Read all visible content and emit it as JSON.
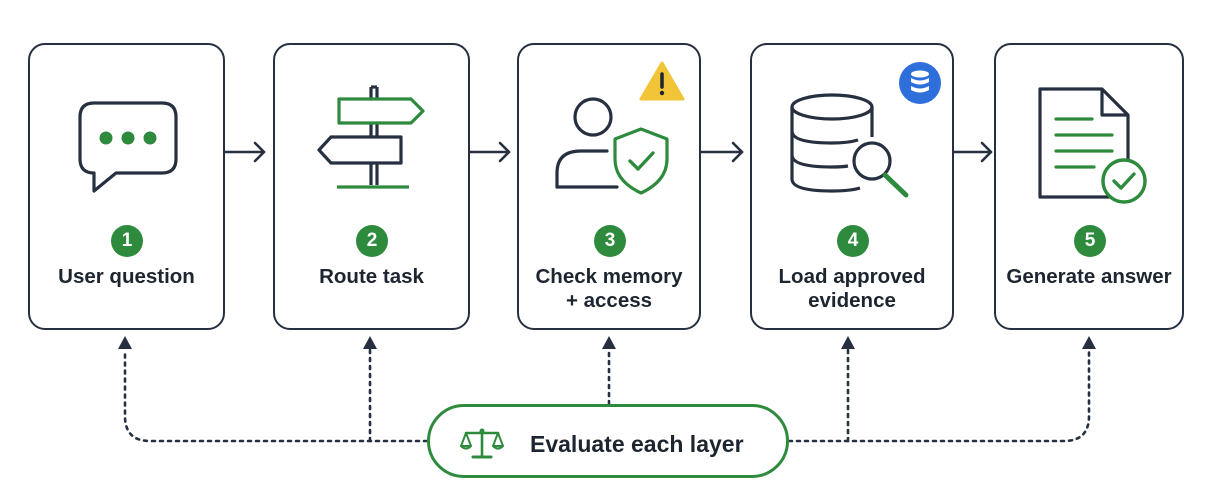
{
  "colors": {
    "green": "#2e8b3e",
    "stroke": "#263040",
    "warning": "#f2c437",
    "database_badge": "#2f6fdb"
  },
  "steps": [
    {
      "number": "1",
      "label_lines": [
        "User question"
      ],
      "icon": "chat-bubble-icon"
    },
    {
      "number": "2",
      "label_lines": [
        "Route task"
      ],
      "icon": "signpost-icon"
    },
    {
      "number": "3",
      "label_lines": [
        "Check memory",
        "+ access"
      ],
      "icon": "user-shield-icon",
      "badge": "warning-icon"
    },
    {
      "number": "4",
      "label_lines": [
        "Load approved",
        "evidence"
      ],
      "icon": "database-search-icon",
      "badge": "database-badge-icon"
    },
    {
      "number": "5",
      "label_lines": [
        "Generate answer"
      ],
      "icon": "document-check-icon"
    }
  ],
  "evaluator": {
    "label": "Evaluate each layer",
    "icon": "balance-scale-icon"
  }
}
